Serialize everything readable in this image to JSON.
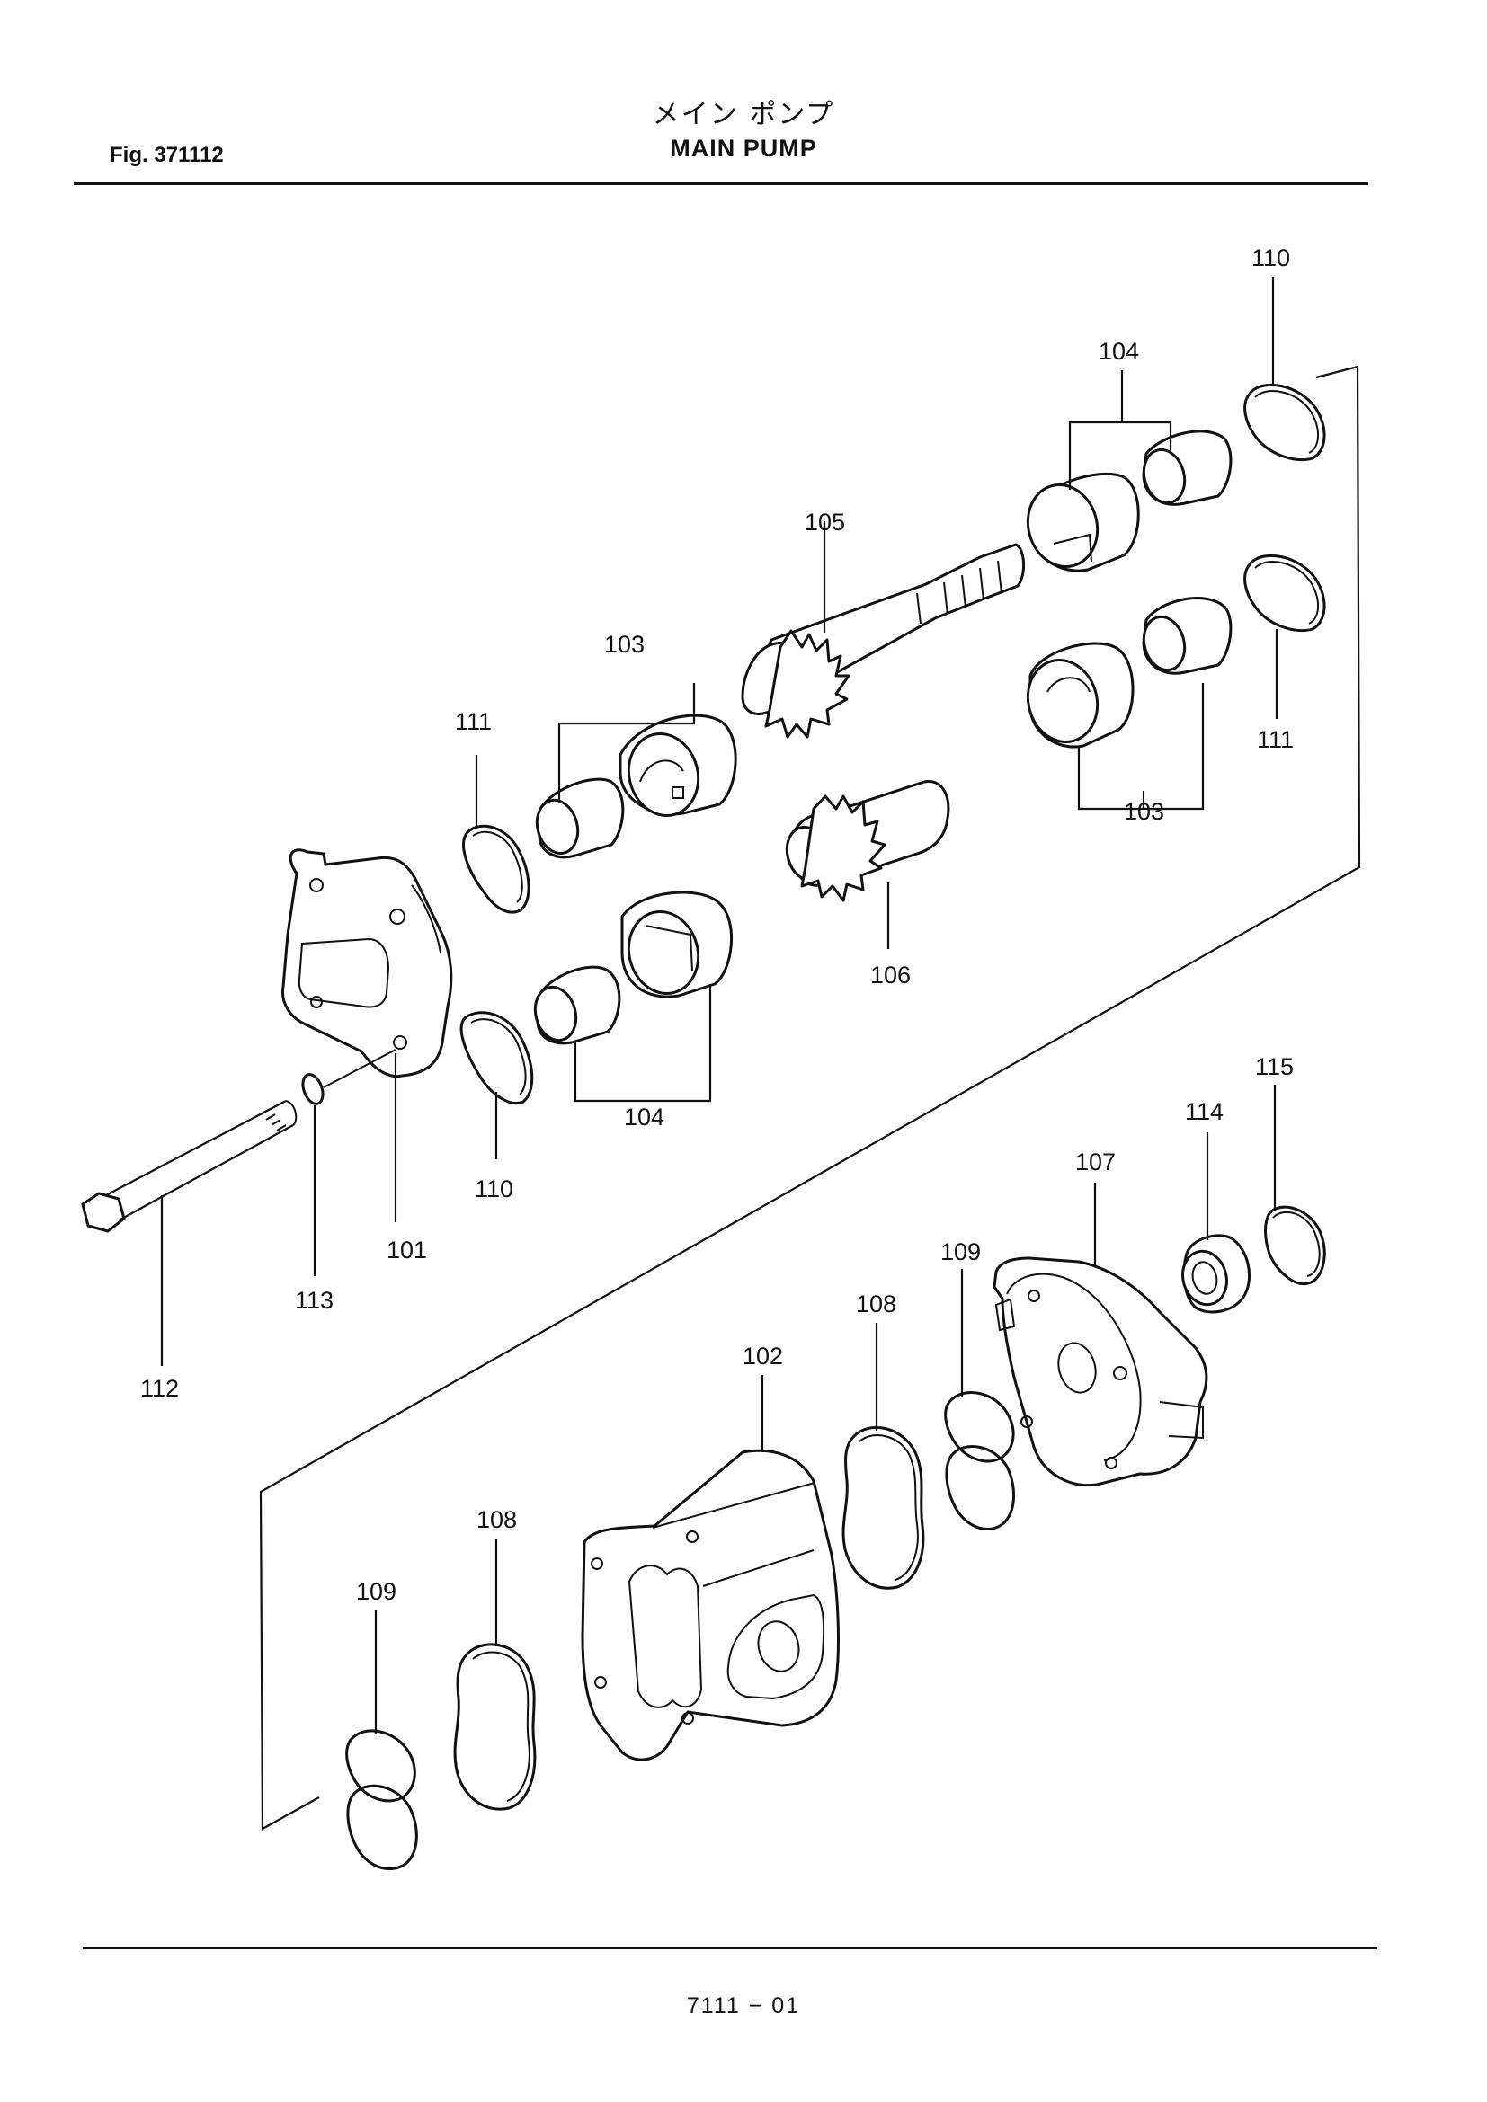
{
  "header": {
    "title_jp": "メイン ポンプ",
    "title_en": "MAIN PUMP",
    "figure_no": "Fig. 371112"
  },
  "footer": {
    "page_code": "7111 − 01"
  },
  "callouts": {
    "c101": "101",
    "c102": "102",
    "c103a": "103",
    "c103b": "103",
    "c104a": "104",
    "c104b": "104",
    "c105": "105",
    "c106": "106",
    "c107": "107",
    "c108a": "108",
    "c108b": "108",
    "c109a": "109",
    "c109b": "109",
    "c110a": "110",
    "c110b": "110",
    "c111a": "111",
    "c111b": "111",
    "c112": "112",
    "c113": "113",
    "c114": "114",
    "c115": "115"
  }
}
